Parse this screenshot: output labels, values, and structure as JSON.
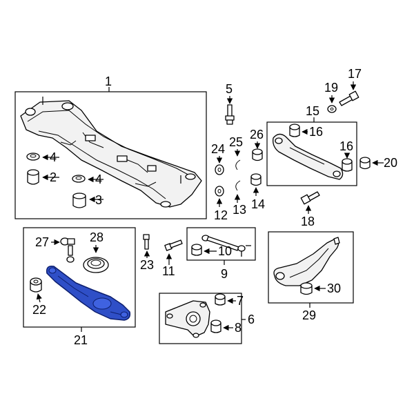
{
  "callouts": {
    "c1": "1",
    "c2": "2",
    "c3": "3",
    "c4a": "4",
    "c4b": "4",
    "c5": "5",
    "c6": "6",
    "c7": "7",
    "c8": "8",
    "c9": "9",
    "c10": "10",
    "c11": "11",
    "c12": "12",
    "c13": "13",
    "c14": "14",
    "c15": "15",
    "c16a": "16",
    "c16b": "16",
    "c17": "17",
    "c18": "18",
    "c19": "19",
    "c20": "20",
    "c21": "21",
    "c22": "22",
    "c23": "23",
    "c24": "24",
    "c25": "25",
    "c26": "26",
    "c27": "27",
    "c28": "28",
    "c29": "29",
    "c30": "30"
  },
  "colors": {
    "highlight": "#2f4fc7",
    "line": "#000000",
    "background": "#ffffff"
  },
  "highlighted_part": "21"
}
